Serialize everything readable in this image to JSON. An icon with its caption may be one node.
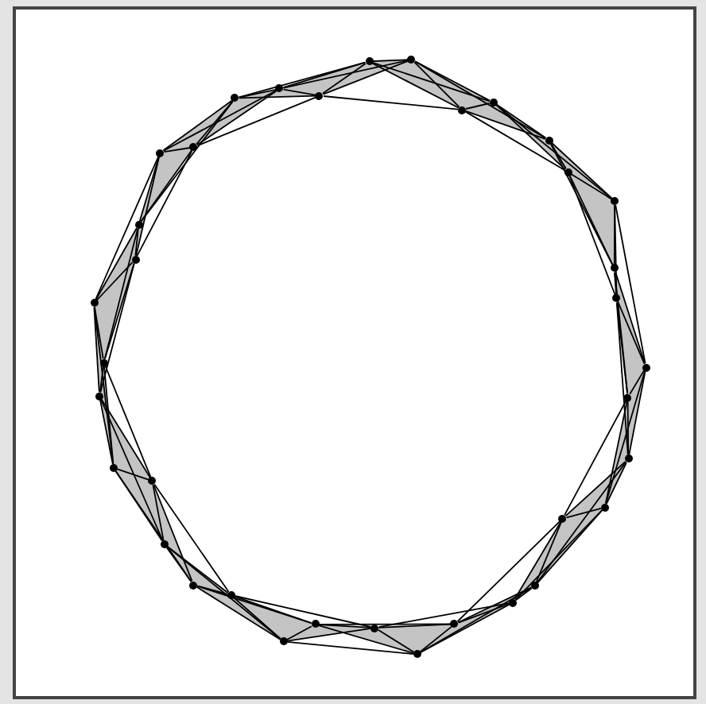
{
  "diagram": {
    "nodes": [
      {
        "text": [],
        "shape": "circle"
      },
      {
        "text": [],
        "shape": "circle"
      },
      {
        "text": [],
        "shape": "circle"
      },
      {
        "text": [],
        "shape": "circle"
      },
      {
        "text": [],
        "shape": "circle"
      },
      {
        "text": [],
        "shape": "circle"
      },
      {
        "text": [],
        "shape": "circle"
      },
      {
        "text": [],
        "shape": "circle"
      },
      {
        "text": [],
        "shape": "circle"
      },
      {
        "text": [],
        "shape": "circle"
      },
      {
        "text": [],
        "shape": "circle"
      },
      {
        "text": [],
        "shape": "circle"
      },
      {
        "text": [],
        "shape": "circle"
      },
      {
        "text": [],
        "shape": "circle"
      },
      {
        "text": [],
        "shape": "circle"
      },
      {
        "text": [],
        "shape": "circle"
      },
      {
        "text": [],
        "shape": "circle"
      },
      {
        "text": [],
        "shape": "circle"
      },
      {
        "text": [],
        "shape": "circle"
      },
      {
        "text": [],
        "shape": "circle"
      },
      {
        "text": [],
        "shape": "circle"
      },
      {
        "text": [],
        "shape": "circle"
      },
      {
        "text": [],
        "shape": "circle"
      },
      {
        "text": [],
        "shape": "circle"
      },
      {
        "text": [],
        "shape": "circle"
      },
      {
        "text": [],
        "shape": "circle"
      },
      {
        "text": [],
        "shape": "circle"
      },
      {
        "text": [],
        "shape": "circle"
      },
      {
        "text": [],
        "shape": "circle"
      },
      {
        "text": [],
        "shape": "circle"
      },
      {
        "text": [],
        "shape": "circle"
      },
      {
        "text": [],
        "shape": "circle"
      },
      {
        "text": [],
        "shape": "circle"
      },
      {
        "text": [],
        "shape": "circle"
      },
      {
        "text": [],
        "shape": "circle"
      },
      {
        "text": [],
        "shape": "circle"
      }
    ],
    "edges": [
      {
        "from": 0,
        "to": 1,
        "arrow": "none"
      },
      {
        "from": 0,
        "to": 2,
        "arrow": "none"
      },
      {
        "from": 0,
        "to": 3,
        "arrow": "none"
      },
      {
        "from": 1,
        "to": 2,
        "arrow": "none"
      },
      {
        "from": 1,
        "to": 3,
        "arrow": "none"
      },
      {
        "from": 1,
        "to": 4,
        "arrow": "none"
      },
      {
        "from": 2,
        "to": 3,
        "arrow": "none"
      },
      {
        "from": 2,
        "to": 4,
        "arrow": "none"
      },
      {
        "from": 2,
        "to": 5,
        "arrow": "none"
      },
      {
        "from": 3,
        "to": 4,
        "arrow": "none"
      },
      {
        "from": 3,
        "to": 5,
        "arrow": "none"
      },
      {
        "from": 3,
        "to": 6,
        "arrow": "none"
      },
      {
        "from": 4,
        "to": 5,
        "arrow": "none"
      },
      {
        "from": 4,
        "to": 6,
        "arrow": "none"
      },
      {
        "from": 4,
        "to": 7,
        "arrow": "none"
      },
      {
        "from": 5,
        "to": 6,
        "arrow": "none"
      },
      {
        "from": 5,
        "to": 7,
        "arrow": "none"
      },
      {
        "from": 5,
        "to": 8,
        "arrow": "none"
      },
      {
        "from": 6,
        "to": 7,
        "arrow": "none"
      },
      {
        "from": 6,
        "to": 8,
        "arrow": "none"
      },
      {
        "from": 6,
        "to": 9,
        "arrow": "none"
      },
      {
        "from": 7,
        "to": 8,
        "arrow": "none"
      },
      {
        "from": 7,
        "to": 9,
        "arrow": "none"
      },
      {
        "from": 7,
        "to": 10,
        "arrow": "none"
      },
      {
        "from": 8,
        "to": 9,
        "arrow": "none"
      },
      {
        "from": 8,
        "to": 10,
        "arrow": "none"
      },
      {
        "from": 8,
        "to": 11,
        "arrow": "none"
      },
      {
        "from": 9,
        "to": 10,
        "arrow": "none"
      },
      {
        "from": 9,
        "to": 11,
        "arrow": "none"
      },
      {
        "from": 9,
        "to": 12,
        "arrow": "none"
      },
      {
        "from": 10,
        "to": 11,
        "arrow": "none"
      },
      {
        "from": 10,
        "to": 12,
        "arrow": "none"
      },
      {
        "from": 10,
        "to": 13,
        "arrow": "none"
      },
      {
        "from": 11,
        "to": 12,
        "arrow": "none"
      },
      {
        "from": 11,
        "to": 13,
        "arrow": "none"
      },
      {
        "from": 11,
        "to": 14,
        "arrow": "none"
      },
      {
        "from": 12,
        "to": 13,
        "arrow": "none"
      },
      {
        "from": 12,
        "to": 14,
        "arrow": "none"
      },
      {
        "from": 12,
        "to": 15,
        "arrow": "none"
      },
      {
        "from": 13,
        "to": 14,
        "arrow": "none"
      },
      {
        "from": 13,
        "to": 15,
        "arrow": "none"
      },
      {
        "from": 13,
        "to": 16,
        "arrow": "none"
      },
      {
        "from": 14,
        "to": 15,
        "arrow": "none"
      },
      {
        "from": 14,
        "to": 16,
        "arrow": "none"
      },
      {
        "from": 14,
        "to": 17,
        "arrow": "none"
      },
      {
        "from": 15,
        "to": 16,
        "arrow": "none"
      },
      {
        "from": 15,
        "to": 17,
        "arrow": "none"
      },
      {
        "from": 15,
        "to": 18,
        "arrow": "none"
      },
      {
        "from": 16,
        "to": 17,
        "arrow": "none"
      },
      {
        "from": 16,
        "to": 18,
        "arrow": "none"
      },
      {
        "from": 16,
        "to": 19,
        "arrow": "none"
      },
      {
        "from": 17,
        "to": 18,
        "arrow": "none"
      },
      {
        "from": 17,
        "to": 19,
        "arrow": "none"
      },
      {
        "from": 17,
        "to": 20,
        "arrow": "none"
      },
      {
        "from": 18,
        "to": 19,
        "arrow": "none"
      },
      {
        "from": 18,
        "to": 20,
        "arrow": "none"
      },
      {
        "from": 18,
        "to": 21,
        "arrow": "none"
      },
      {
        "from": 19,
        "to": 20,
        "arrow": "none"
      },
      {
        "from": 19,
        "to": 21,
        "arrow": "none"
      },
      {
        "from": 19,
        "to": 22,
        "arrow": "none"
      },
      {
        "from": 20,
        "to": 21,
        "arrow": "none"
      },
      {
        "from": 20,
        "to": 22,
        "arrow": "none"
      },
      {
        "from": 20,
        "to": 23,
        "arrow": "none"
      },
      {
        "from": 21,
        "to": 22,
        "arrow": "none"
      },
      {
        "from": 21,
        "to": 23,
        "arrow": "none"
      },
      {
        "from": 21,
        "to": 24,
        "arrow": "none"
      },
      {
        "from": 22,
        "to": 23,
        "arrow": "none"
      },
      {
        "from": 22,
        "to": 24,
        "arrow": "none"
      },
      {
        "from": 22,
        "to": 25,
        "arrow": "none"
      },
      {
        "from": 23,
        "to": 24,
        "arrow": "none"
      },
      {
        "from": 23,
        "to": 25,
        "arrow": "none"
      },
      {
        "from": 23,
        "to": 26,
        "arrow": "none"
      },
      {
        "from": 24,
        "to": 25,
        "arrow": "none"
      },
      {
        "from": 24,
        "to": 26,
        "arrow": "none"
      },
      {
        "from": 24,
        "to": 27,
        "arrow": "none"
      },
      {
        "from": 25,
        "to": 26,
        "arrow": "none"
      },
      {
        "from": 25,
        "to": 27,
        "arrow": "none"
      },
      {
        "from": 25,
        "to": 28,
        "arrow": "none"
      },
      {
        "from": 26,
        "to": 27,
        "arrow": "none"
      },
      {
        "from": 26,
        "to": 28,
        "arrow": "none"
      },
      {
        "from": 26,
        "to": 29,
        "arrow": "none"
      },
      {
        "from": 27,
        "to": 28,
        "arrow": "none"
      },
      {
        "from": 27,
        "to": 29,
        "arrow": "none"
      },
      {
        "from": 27,
        "to": 30,
        "arrow": "none"
      },
      {
        "from": 28,
        "to": 29,
        "arrow": "none"
      },
      {
        "from": 28,
        "to": 30,
        "arrow": "none"
      },
      {
        "from": 28,
        "to": 31,
        "arrow": "none"
      },
      {
        "from": 29,
        "to": 30,
        "arrow": "none"
      },
      {
        "from": 29,
        "to": 31,
        "arrow": "none"
      },
      {
        "from": 29,
        "to": 32,
        "arrow": "none"
      },
      {
        "from": 30,
        "to": 31,
        "arrow": "none"
      },
      {
        "from": 30,
        "to": 32,
        "arrow": "none"
      },
      {
        "from": 30,
        "to": 33,
        "arrow": "none"
      },
      {
        "from": 31,
        "to": 32,
        "arrow": "none"
      },
      {
        "from": 31,
        "to": 33,
        "arrow": "none"
      },
      {
        "from": 31,
        "to": 34,
        "arrow": "none"
      },
      {
        "from": 32,
        "to": 33,
        "arrow": "none"
      },
      {
        "from": 32,
        "to": 34,
        "arrow": "none"
      },
      {
        "from": 32,
        "to": 35,
        "arrow": "none"
      },
      {
        "from": 33,
        "to": 34,
        "arrow": "none"
      },
      {
        "from": 33,
        "to": 35,
        "arrow": "none"
      },
      {
        "from": 33,
        "to": 0,
        "arrow": "none"
      },
      {
        "from": 34,
        "to": 35,
        "arrow": "none"
      },
      {
        "from": 34,
        "to": 0,
        "arrow": "none"
      },
      {
        "from": 34,
        "to": 1,
        "arrow": "none"
      },
      {
        "from": 35,
        "to": 0,
        "arrow": "none"
      },
      {
        "from": 35,
        "to": 1,
        "arrow": "none"
      },
      {
        "from": 35,
        "to": 2,
        "arrow": "none"
      }
    ]
  }
}
